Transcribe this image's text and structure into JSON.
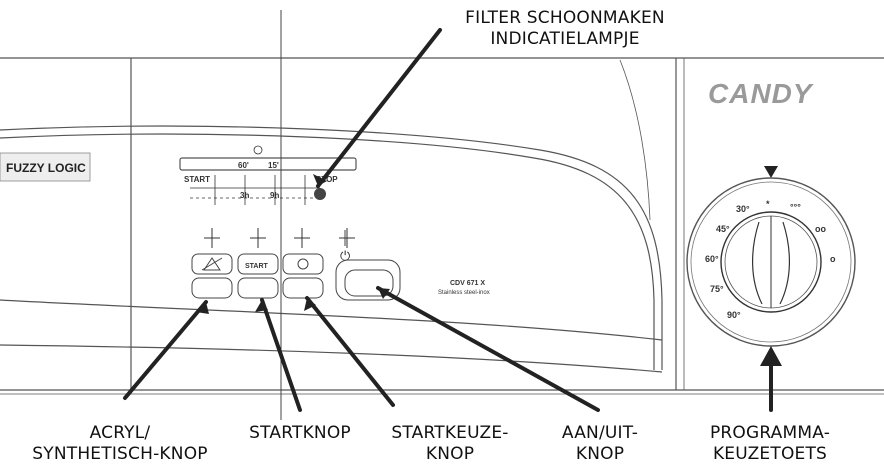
{
  "brand": "CANDY",
  "panel": {
    "fuzzy_logic": "FUZZY LOGIC",
    "model": "CDV 671 X",
    "model_sub": "Stainless steel-inox",
    "scale_start": "START",
    "scale_stop": "STOP",
    "temp_60": "60'",
    "temp_15": "15'",
    "temp_3": "3h",
    "temp_9": "9h",
    "start_button_text": "START",
    "power_symbol": "⏻"
  },
  "dial": {
    "marks": [
      "*",
      "30°",
      "45°",
      "60°",
      "75°",
      "90°",
      "°°°",
      "oo",
      "o"
    ]
  },
  "callouts": {
    "filter_line1": "FILTER SCHOONMAKEN",
    "filter_line2": "INDICATIELAMPJE",
    "acryl_line1": "ACRYL/",
    "acryl_line2": "SYNTHETISCH-KNOP",
    "start": "STARTKNOP",
    "startkeuze_line1": "STARTKEUZE-",
    "startkeuze_line2": "KNOP",
    "onoff_line1": "AAN/UIT-",
    "onoff_line2": "KNOP",
    "program_line1": "PROGRAMMA-",
    "program_line2": "KEUZETOETS"
  },
  "colors": {
    "line": "#222222",
    "panel_line": "#555555",
    "indicator": "#444444",
    "brand": "#9a9a9a"
  }
}
